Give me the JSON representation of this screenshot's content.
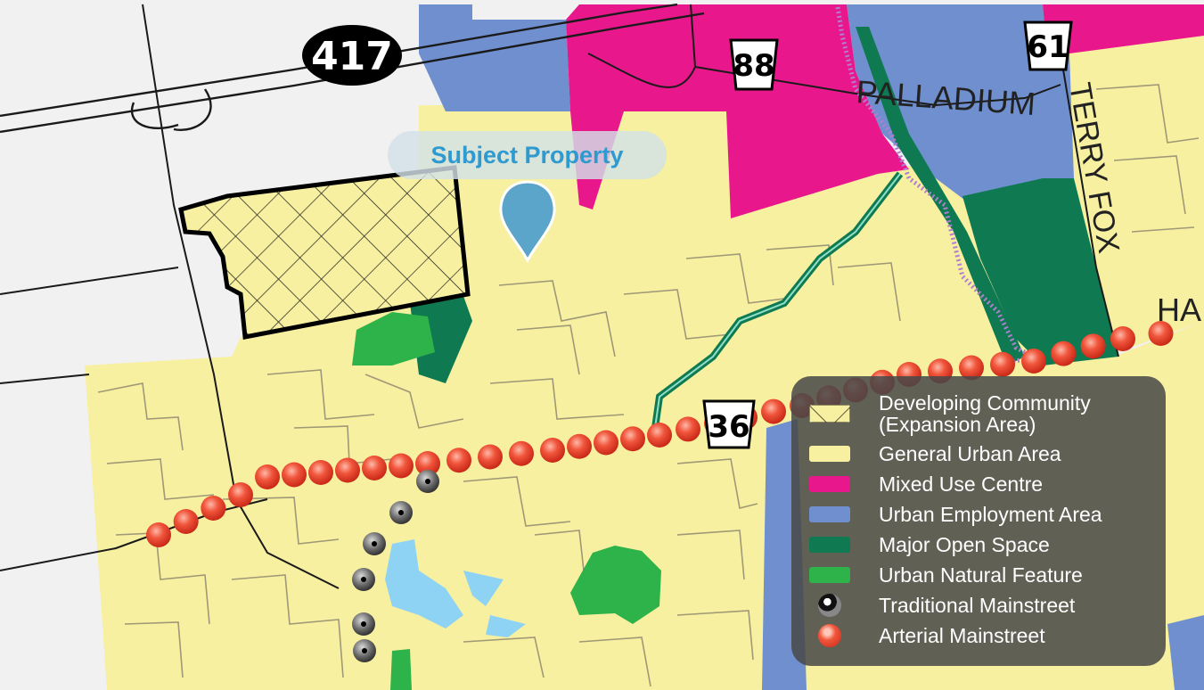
{
  "map": {
    "colors": {
      "urban": "#f7f0a0",
      "rural": "#f1f1f2",
      "mixed_use": "#e8188c",
      "employment": "#6f8fcf",
      "open_space": "#0f7a52",
      "natural": "#2db34a",
      "water": "#8fd3f4",
      "arterial": "#e8452c",
      "traditional": "#555555"
    },
    "highway_shields": [
      {
        "label": "417",
        "icon": "oval-highway-shield-icon"
      },
      {
        "label": "88",
        "icon": "road-shield-icon"
      },
      {
        "label": "61",
        "icon": "road-shield-icon"
      },
      {
        "label": "36",
        "icon": "road-shield-icon"
      }
    ],
    "road_labels": {
      "palladium": "PALLADIUM",
      "terry_fox": "TERRY FOX",
      "ha": "HA"
    },
    "subject": {
      "label": "Subject Property",
      "marker_icon": "location-pin-icon"
    }
  },
  "legend": {
    "items": [
      {
        "label": "Developing Community (Expansion Area)",
        "swatch": "hatch",
        "color": "#f7f0a0"
      },
      {
        "label": "General Urban Area",
        "swatch": "fill",
        "color": "#f7f0a0"
      },
      {
        "label": "Mixed Use Centre",
        "swatch": "fill",
        "color": "#e8188c"
      },
      {
        "label": "Urban Employment Area",
        "swatch": "fill",
        "color": "#6f8fcf"
      },
      {
        "label": "Major Open Space",
        "swatch": "fill",
        "color": "#0f7a52"
      },
      {
        "label": "Urban Natural Feature",
        "swatch": "fill",
        "color": "#2db34a"
      },
      {
        "label": "Traditional Mainstreet",
        "swatch": "dot",
        "color": "#333333"
      },
      {
        "label": "Arterial Mainstreet",
        "swatch": "dot",
        "color": "#e8452c"
      }
    ]
  }
}
